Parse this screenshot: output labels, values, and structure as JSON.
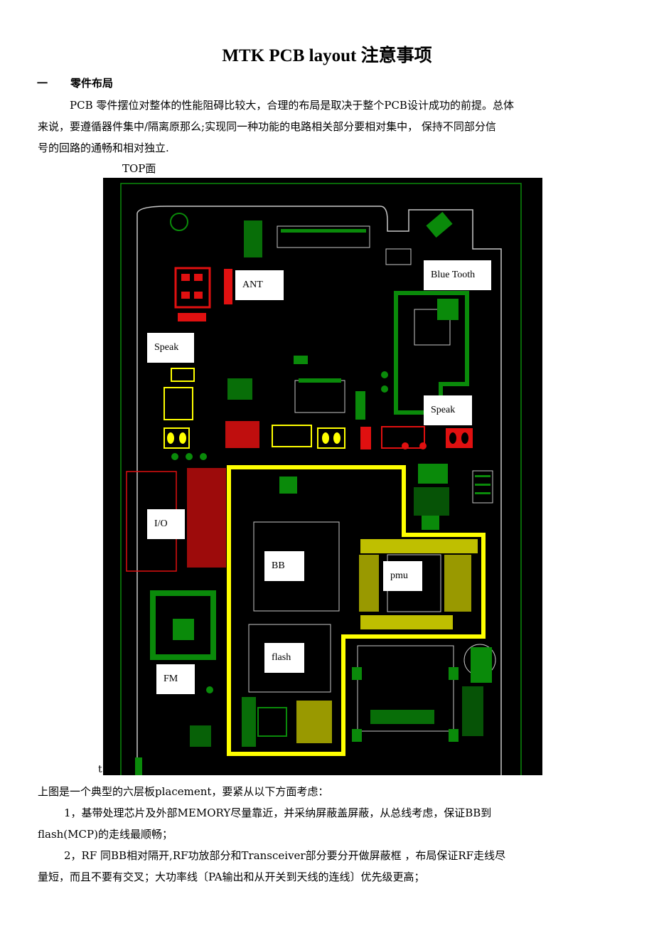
{
  "title": "MTK PCB layout  注意事项",
  "section": {
    "number": "一",
    "heading": "零件布局"
  },
  "intro": [
    "PCB  零件摆位对整体的性能阻碍比较大，合理的布局是取决于整个PCB设计成功的前提。总体",
    "来说，要遵循器件集中/隔离原那么;实现同一种功能的电路相关部分要相对集中，   保持不同部分信",
    "号的回路的通畅和相对独立."
  ],
  "figure_caption": "TOP面",
  "stray_char": "t",
  "pcb_labels": {
    "ant": "ANT",
    "bluetooth": "Blue Tooth",
    "speak1": "Speak",
    "speak2": "Speak",
    "io": "I/O",
    "bb": "BB",
    "pmu": "pmu",
    "flash": "flash",
    "fm": "FM"
  },
  "body": {
    "summary": "上图是一个典型的六层板placement，要紧从以下方面考虑：",
    "point1a": "1，基带处理芯片及外部MEMORY尽量靠近，并采纳屏蔽盖屏蔽，从总线考虑，保证BB到",
    "point1b": "flash(MCP)的走线最顺畅；",
    "point2a": "2，RF  同BB相对隔开,RF功放部分和Transceiver部分要分开做屏蔽框  ，布局保证RF走线尽",
    "point2b": "量短，而且不要有交叉；大功率线〔PA输出和从开关到天线的连线〕优先级更高；"
  },
  "colors": {
    "board": "#000000",
    "green": "#0a8a0a",
    "red": "#e01010",
    "yellow": "#ffff00",
    "outline": "#c8c8c8"
  }
}
